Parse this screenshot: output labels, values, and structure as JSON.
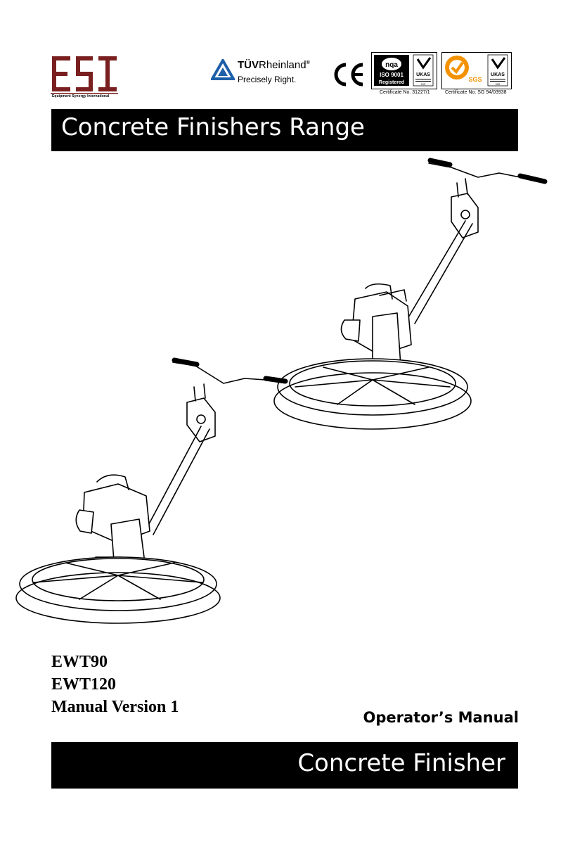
{
  "header": {
    "logo_text": "ESI",
    "logo_subtitle": "Equipment Synergy International",
    "tuv_brand_bold": "TÜV",
    "tuv_brand_light": "Rheinland",
    "tuv_registered": "®",
    "tuv_tagline": "Precisely Right.",
    "ce_mark": "CE",
    "cert1": {
      "badge": "nqa",
      "standard": "ISO 9001",
      "status": "Registered",
      "accreditor": "UKAS",
      "number": "Certificate No. 31227/1"
    },
    "cert2": {
      "badge": "SGS",
      "accreditor": "UKAS",
      "number": "Certificate No. SG 94/03938"
    },
    "accent_colors": {
      "tuv_blue": "#1d5fa8",
      "sgs_orange": "#f39200"
    }
  },
  "title_banner": "Concrete Finishers Range",
  "models": [
    "EWT90",
    "EWT120"
  ],
  "manual_version": "Manual Version 1",
  "document_type": "Operator’s Manual",
  "footer_banner": "Concrete Finisher"
}
